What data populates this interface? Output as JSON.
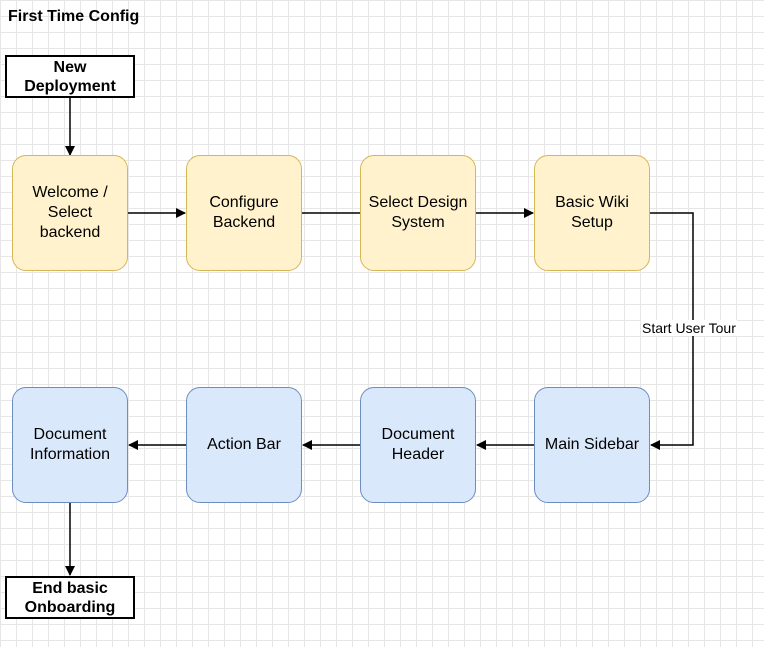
{
  "title": "First Time Config",
  "nodes": {
    "new_deployment": "New Deployment",
    "welcome": "Welcome / Select backend",
    "configure_backend": "Configure Backend",
    "select_design": "Select Design System",
    "basic_wiki": "Basic Wiki Setup",
    "main_sidebar": "Main Sidebar",
    "document_header": "Document Header",
    "action_bar": "Action Bar",
    "document_information": "Document Information",
    "end_onboarding": "End basic Onboarding"
  },
  "edge_labels": {
    "start_user_tour": "Start User Tour"
  },
  "colors": {
    "yellow_fill": "#fff2cc",
    "yellow_stroke": "#d6b656",
    "blue_fill": "#dae8fc",
    "blue_stroke": "#6c8ebf"
  }
}
